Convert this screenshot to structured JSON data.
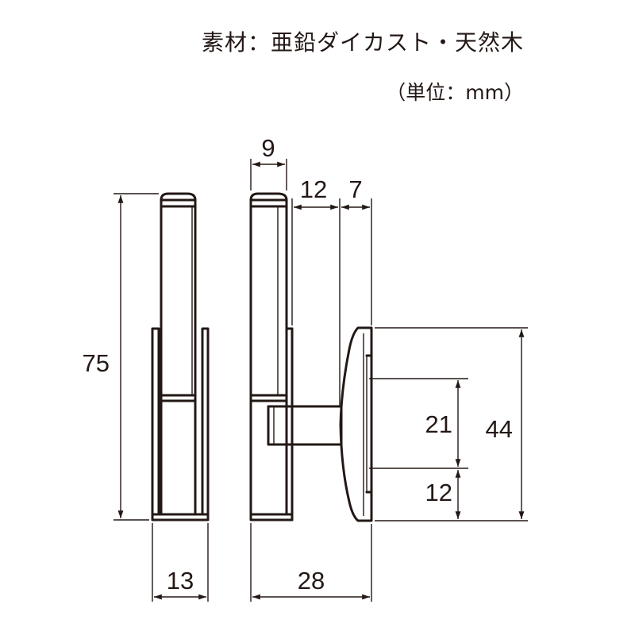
{
  "header": {
    "material": "素材：亜鉛ダイカスト・天然木",
    "unit": "（単位：mm）"
  },
  "dimensions": {
    "front_height": "75",
    "front_width": "13",
    "side_top_width": "9",
    "side_gap": "12",
    "knob_depth": "7",
    "side_total_width": "28",
    "knob_inner": "21",
    "knob_lower": "12",
    "knob_height": "44"
  },
  "colors": {
    "line": "#231815",
    "fill_light": "#f2f0ec",
    "background": "#ffffff"
  }
}
